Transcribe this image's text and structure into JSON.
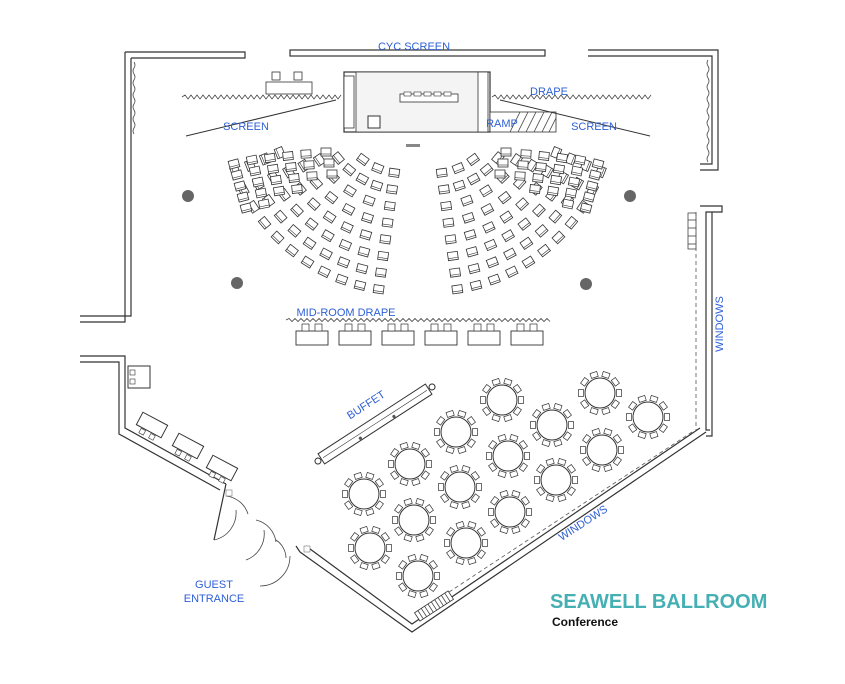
{
  "title": "SEAWELL BALLROOM",
  "subtitle": "Conference",
  "labels": {
    "cyc_screen": "CYC SCREEN",
    "drape": "DRAPE",
    "screen_left": "SCREEN",
    "screen_right": "SCREEN",
    "ramp": "RAMP",
    "mid_room_drape": "MID-ROOM DRAPE",
    "windows_right": "WINDOWS",
    "windows_bottom": "WINDOWS",
    "buffet": "BUFFET",
    "guest_entrance_line1": "GUEST",
    "guest_entrance_line2": "ENTRANCE"
  },
  "colors": {
    "label": "#2d5fd6",
    "title": "#45b0b3",
    "line": "#333333"
  }
}
